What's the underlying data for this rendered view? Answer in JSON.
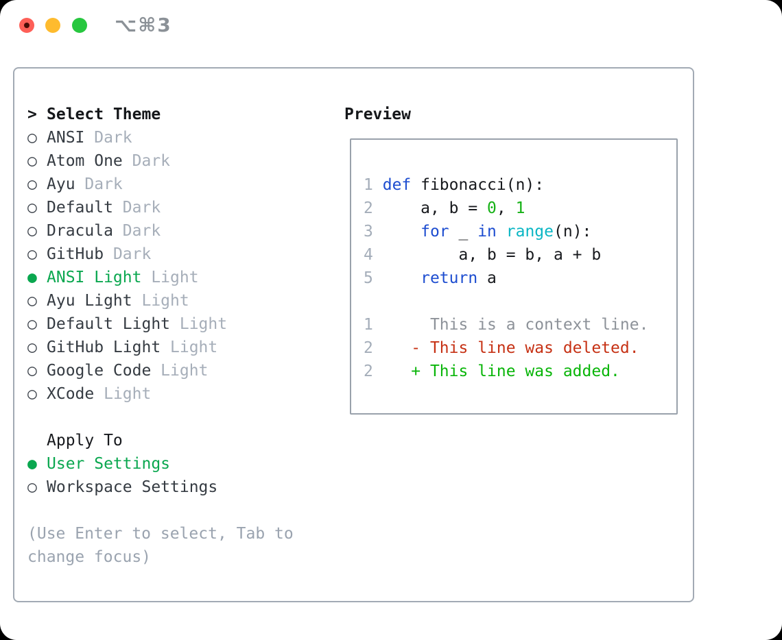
{
  "window": {
    "shortcut_label": "⌥⌘3",
    "traffic_lights": [
      {
        "icon": "close-icon",
        "color": "#fe5f57"
      },
      {
        "icon": "minimize-icon",
        "color": "#febb2e"
      },
      {
        "icon": "zoom-icon",
        "color": "#27c73f"
      }
    ]
  },
  "left_panel": {
    "title_marker": ">",
    "title": "Select Theme",
    "markers": {
      "selected": "●",
      "unselected": "○"
    },
    "themes": [
      {
        "name": "ANSI",
        "variant": "Dark",
        "selected": false
      },
      {
        "name": "Atom One",
        "variant": "Dark",
        "selected": false
      },
      {
        "name": "Ayu",
        "variant": "Dark",
        "selected": false
      },
      {
        "name": "Default",
        "variant": "Dark",
        "selected": false
      },
      {
        "name": "Dracula",
        "variant": "Dark",
        "selected": false
      },
      {
        "name": "GitHub",
        "variant": "Dark",
        "selected": false
      },
      {
        "name": "ANSI Light",
        "variant": "Light",
        "selected": true
      },
      {
        "name": "Ayu Light",
        "variant": "Light",
        "selected": false
      },
      {
        "name": "Default Light",
        "variant": "Light",
        "selected": false
      },
      {
        "name": "GitHub Light",
        "variant": "Light",
        "selected": false
      },
      {
        "name": "Google Code",
        "variant": "Light",
        "selected": false
      },
      {
        "name": "XCode",
        "variant": "Light",
        "selected": false
      }
    ],
    "apply_to": {
      "title": "Apply To",
      "options": [
        {
          "name": "User Settings",
          "selected": true
        },
        {
          "name": "Workspace Settings",
          "selected": false
        }
      ]
    },
    "help_lines": [
      "(Use Enter to select, Tab to",
      "change focus)"
    ]
  },
  "preview": {
    "title": "Preview",
    "code_lines": [
      {
        "num": "1",
        "segments": [
          [
            "kw",
            "def"
          ],
          [
            "plain",
            " fibonacci(n):"
          ]
        ]
      },
      {
        "num": "2",
        "segments": [
          [
            "plain",
            "    a, b = "
          ],
          [
            "num",
            "0"
          ],
          [
            "plain",
            ", "
          ],
          [
            "num",
            "1"
          ]
        ]
      },
      {
        "num": "3",
        "segments": [
          [
            "plain",
            "    "
          ],
          [
            "kw",
            "for"
          ],
          [
            "plain",
            " _ "
          ],
          [
            "kw",
            "in"
          ],
          [
            "plain",
            " "
          ],
          [
            "fn",
            "range"
          ],
          [
            "plain",
            "(n):"
          ]
        ]
      },
      {
        "num": "4",
        "segments": [
          [
            "plain",
            "        a, b = b, a + b"
          ]
        ]
      },
      {
        "num": "5",
        "segments": [
          [
            "plain",
            "    "
          ],
          [
            "kw",
            "return"
          ],
          [
            "plain",
            " a"
          ]
        ]
      }
    ],
    "diff_lines": [
      {
        "num": "1",
        "kind": "context",
        "text": "     This is a context line."
      },
      {
        "num": "2",
        "kind": "deleted",
        "text": "   - This line was deleted."
      },
      {
        "num": "2",
        "kind": "added",
        "text": "   + This line was added."
      }
    ]
  },
  "colors": {
    "keyword_blue": "#1d4dd0",
    "function_cyan": "#0ab6c4",
    "number_green": "#15b115",
    "diff_deleted_red": "#c63114",
    "diff_added_green": "#09b509",
    "diff_context_gray": "#8d9299",
    "line_number_gray": "#a4adb9",
    "selected_green": "#0aa74f",
    "variant_tag_gray": "#a6aeb9",
    "help_gray": "#9aa3af",
    "panel_border": "#a2aab4",
    "traffic_red": "#fe5f57",
    "traffic_yellow": "#febb2e",
    "traffic_green": "#27c73f"
  }
}
